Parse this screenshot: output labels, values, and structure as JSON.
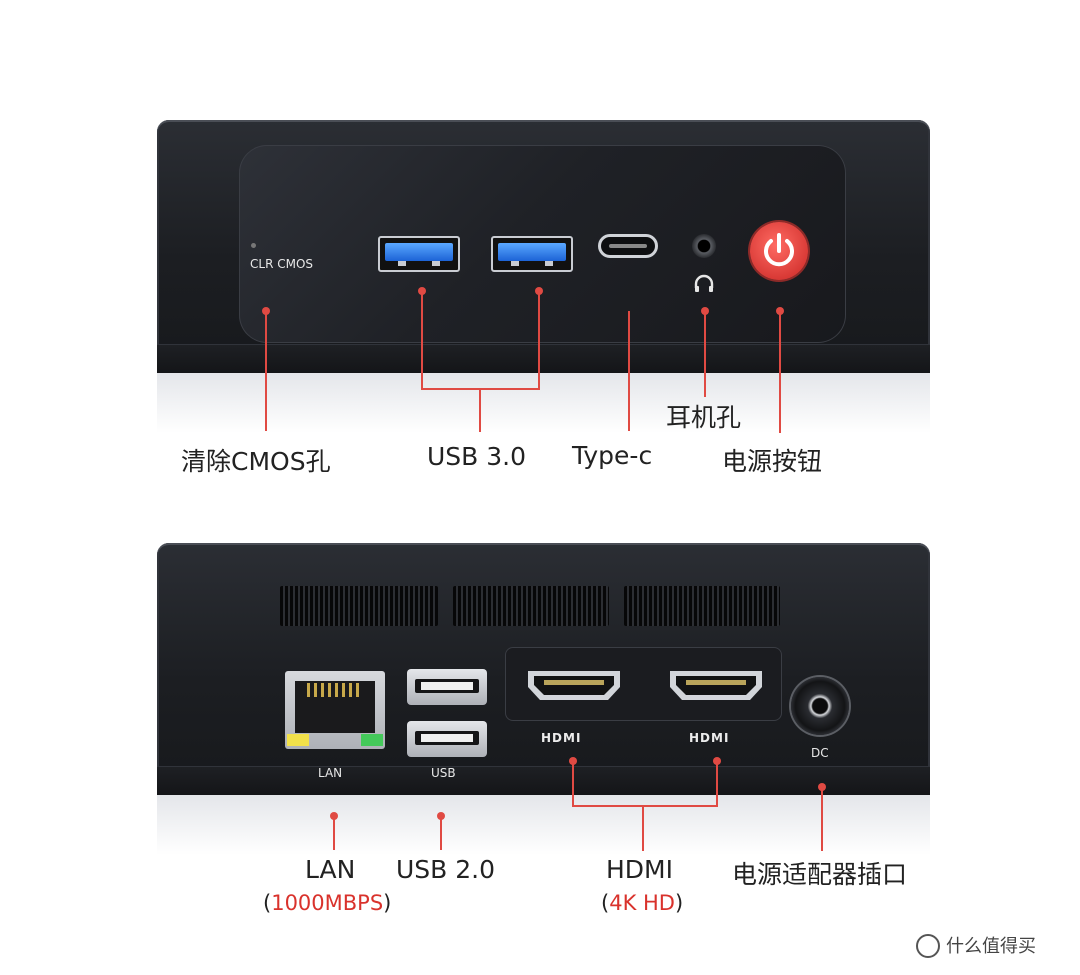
{
  "front_view": {
    "port_labels": {
      "clr_cmos": "CLR  CMOS"
    },
    "callouts": {
      "cmos": "清除CMOS孔",
      "usb3": "USB 3.0",
      "typec": "Type-c",
      "headphone": "耳机孔",
      "power_button": "电源按钮"
    }
  },
  "back_view": {
    "port_labels": {
      "lan": "LAN",
      "usb": "USB",
      "hdmi_logo": "HDMI",
      "dc": "DC"
    },
    "callouts": {
      "lan": "LAN",
      "lan_open": "(",
      "lan_speed": "1000MBPS",
      "lan_close": ")",
      "usb2": "USB 2.0",
      "hdmi": "HDMI",
      "hdmi_open": "(",
      "hdmi_res": "4K HD",
      "hdmi_close": ")",
      "dc": "电源适配器插口"
    }
  },
  "colors": {
    "accent": "#e04a43",
    "highlight_text": "#d9322c",
    "device_body": "#1c1e22"
  },
  "watermark": "什么值得买"
}
